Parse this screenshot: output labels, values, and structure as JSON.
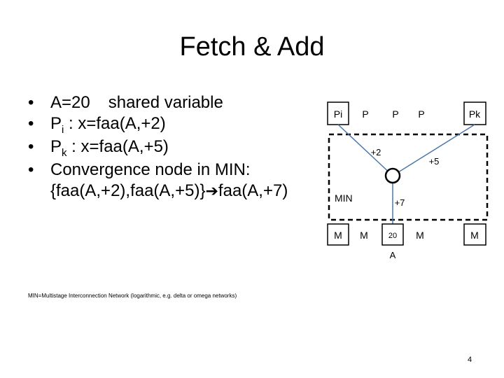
{
  "title": "Fetch & Add",
  "bullets": {
    "b1_a": "A=20",
    "b1_b": "shared variable",
    "b2_p": "P",
    "b2_sub": "i",
    "b2_rest": " : x=faa(A,+2)",
    "b3_p": "P",
    "b3_sub": "k",
    "b3_rest": " : x=faa(A,+5)",
    "b4_line1": "Convergence node in MIN:",
    "b4_line2a": "{faa(A,+2),faa(A,+5)}",
    "b4_line2b": "faa(A,+7)"
  },
  "diagram": {
    "processors": [
      "Pi",
      "P",
      "P",
      "P",
      "Pk"
    ],
    "memories": [
      "M",
      "M",
      "20",
      "M",
      "M"
    ],
    "label_plus2": "+2",
    "label_plus5": "+5",
    "label_plus7": "+7",
    "label_min": "MIN",
    "label_a": "A"
  },
  "footnote": "MIN=Multistage Interconnection Network (logarithmic, e.g. delta or omega networks)",
  "page_number": "4",
  "colors": {
    "line": "#4a78a8",
    "box": "#000000",
    "text": "#000000"
  }
}
